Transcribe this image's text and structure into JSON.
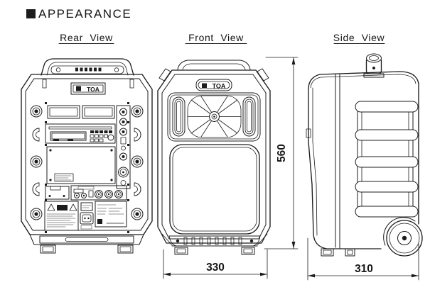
{
  "title": {
    "text": "APPEARANCE"
  },
  "views": {
    "rear": {
      "label": "Rear View"
    },
    "front": {
      "label": "Front View"
    },
    "side": {
      "label": "Side View"
    }
  },
  "branding": {
    "logo": "TOA"
  },
  "dimensions": {
    "height": "560",
    "width": "330",
    "depth": "310"
  },
  "icons": {
    "section_marker": "black-square",
    "warning_triangle": "caution-triangle"
  },
  "colors": {
    "line_color": "#1c1c1c",
    "background": "#ffffff"
  }
}
